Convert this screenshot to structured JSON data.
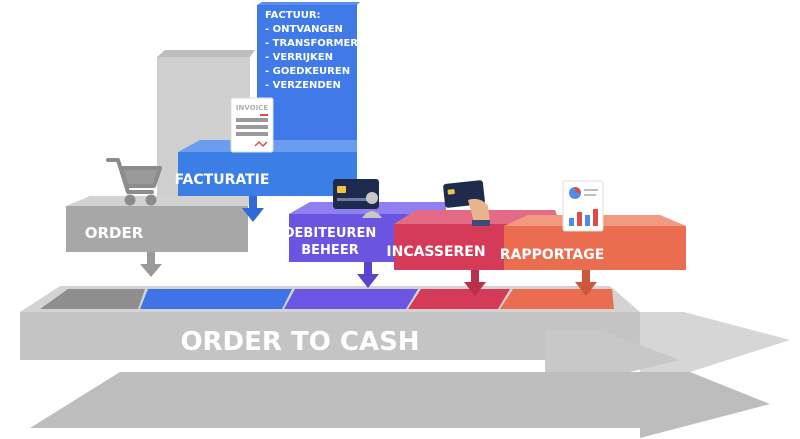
{
  "diagram": {
    "main_bar_label": "ORDER TO CASH",
    "steps": {
      "order": "ORDER",
      "facturatie": "FACTURATIE",
      "debiteuren_line1": "DEBITEUREN",
      "debiteuren_line2": "BEHEER",
      "incasseren": "INCASSEREN",
      "rapportage": "RAPPORTAGE"
    },
    "factuur_box": {
      "title": "FACTUUR:",
      "items": [
        "- ONTVANGEN",
        "- TRANSFORMEREN",
        "- VERRIJKEN",
        "- GOEDKEUREN",
        "- VERZENDEN"
      ]
    },
    "invoice_icon_text": "INVOICE"
  },
  "colors": {
    "gray": "#b9b9b9",
    "blue": "#3b7fe6",
    "purple": "#6b55e0",
    "crimson": "#d63a59",
    "orange": "#ea6d4f"
  },
  "icons": [
    "shopping-cart-icon",
    "invoice-icon",
    "credit-card-person-icon",
    "card-in-hand-icon",
    "report-chart-icon"
  ]
}
